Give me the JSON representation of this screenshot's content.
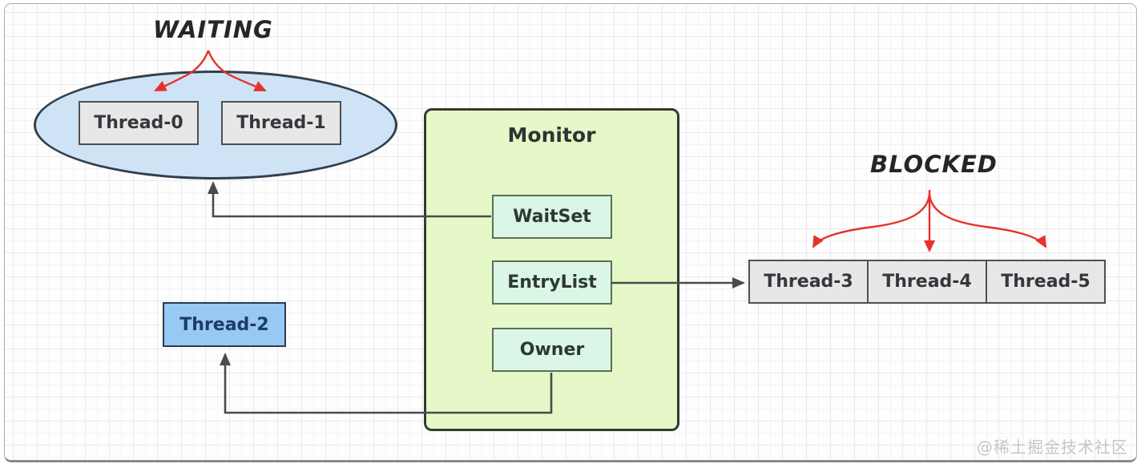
{
  "diagram": {
    "waiting_label": "WAITING",
    "blocked_label": "BLOCKED",
    "monitor": {
      "title": "Monitor",
      "wait_set": "WaitSet",
      "entry_list": "EntryList",
      "owner": "Owner"
    },
    "waiting_threads": [
      "Thread-0",
      "Thread-1"
    ],
    "blocked_threads": [
      "Thread-3",
      "Thread-4",
      "Thread-5"
    ],
    "owner_thread": "Thread-2",
    "watermark": "@稀土掘金技术社区",
    "colors": {
      "waiting_ellipse_fill": "#cfe3f7",
      "monitor_fill": "#e6f7c8",
      "slot_fill": "#d9f6e6",
      "thread_box_fill": "#e7e7e7",
      "owner_thread_fill": "#98c8f4",
      "arrow_red": "#e6322b",
      "arrow_dark": "#4b4b4b"
    }
  }
}
